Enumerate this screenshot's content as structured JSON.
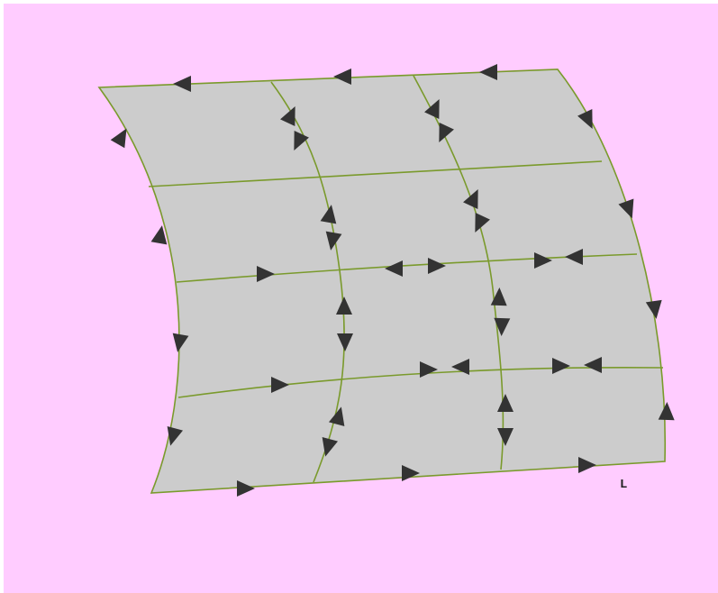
{
  "diagram": {
    "background_color": "#ffccff",
    "surface_fill": "#cccccc",
    "line_color": "#7a9a2c",
    "arrow_color": "#333333",
    "corner_label": "L",
    "grid_rows": 4,
    "grid_cols": 3
  }
}
